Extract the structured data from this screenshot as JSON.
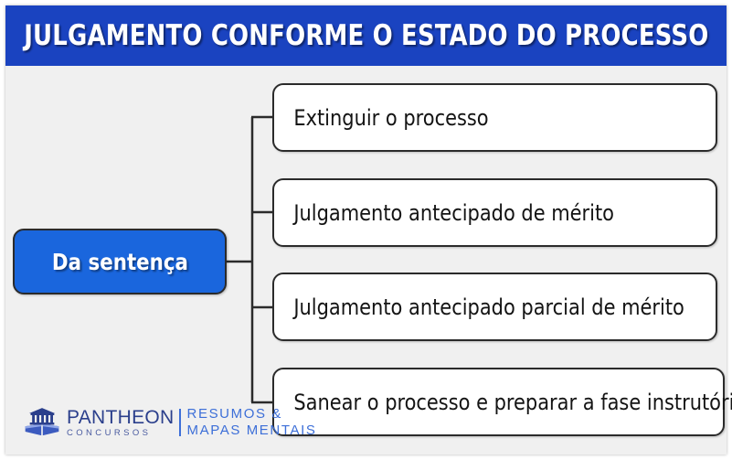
{
  "header": {
    "title": "JULGAMENTO CONFORME O ESTADO DO PROCESSO",
    "background_color": "#1a43c0",
    "text_color": "#ffffff"
  },
  "diagram": {
    "type": "mind-map",
    "background_color": "#f0f0f0",
    "root": {
      "label": "Da sentença",
      "fill_color": "#1a66dd",
      "border_color": "#2b2b2b",
      "text_color": "#ffffff"
    },
    "branches": [
      {
        "label": "Extinguir o processo"
      },
      {
        "label": "Julgamento antecipado de mérito"
      },
      {
        "label": "Julgamento antecipado parcial de mérito"
      },
      {
        "label": "Sanear o processo e preparar a fase instrutória"
      }
    ],
    "branch_style": {
      "fill_color": "#ffffff",
      "border_color": "#2b2b2b",
      "text_color": "#141414"
    },
    "connector_color": "#2b2b2b"
  },
  "logo": {
    "icon": "pantheon-building-book-icon",
    "brand_primary": "PANTHEON",
    "brand_secondary": "CONCURSOS",
    "tagline_line1": "RESUMOS &",
    "tagline_line2": "MAPAS MENTAIS",
    "primary_color": "#2b3f8c",
    "tagline_color": "#3d6fd8"
  }
}
